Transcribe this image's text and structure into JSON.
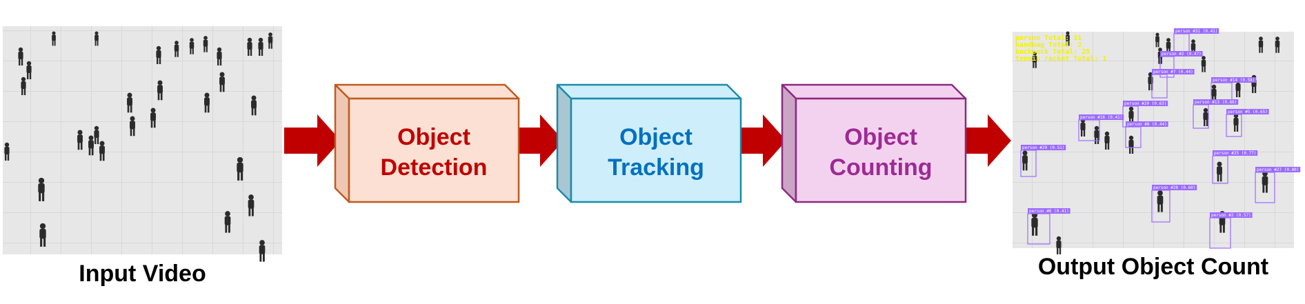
{
  "input": {
    "caption": "Input Video"
  },
  "output": {
    "caption": "Output Object Count",
    "stats": [
      "person Total: 31",
      "handbag Total: 2",
      "backpack Total: 25",
      "tennis racket Total: 1"
    ],
    "detection_labels": [
      "person #31 (0.41)",
      "person #2 (0.47)",
      "person #? (0.44)",
      "person #14 (0.58)",
      "person #20 (0.63)",
      "person #16 (0.41)",
      "person #8 (0.44)",
      "person #13 (0.68)",
      "person #5 (0.65)",
      "person #29 (0.51)",
      "person #25 (0.77)",
      "person #27 (0.80)",
      "person #28 (0.60)",
      "person #6 (0.41)",
      "person #2 (0.57)"
    ]
  },
  "stages": [
    {
      "line1": "Object",
      "line2": "Detection",
      "fill": "#fbe0d3",
      "side": "#efc7b5",
      "stroke": "#c05a1d",
      "text": "#c00000"
    },
    {
      "line1": "Object",
      "line2": "Tracking",
      "fill": "#cdeefa",
      "side": "#a9c7d3",
      "stroke": "#1c8aa8",
      "text": "#0070c0"
    },
    {
      "line1": "Object",
      "line2": "Counting",
      "fill": "#f3d2ef",
      "side": "#cba5c6",
      "stroke": "#8c2a7f",
      "text": "#9e2a93"
    }
  ],
  "colors": {
    "arrow": "#c00000",
    "box": "#9b6bff",
    "stats_text": "#f2f200"
  }
}
